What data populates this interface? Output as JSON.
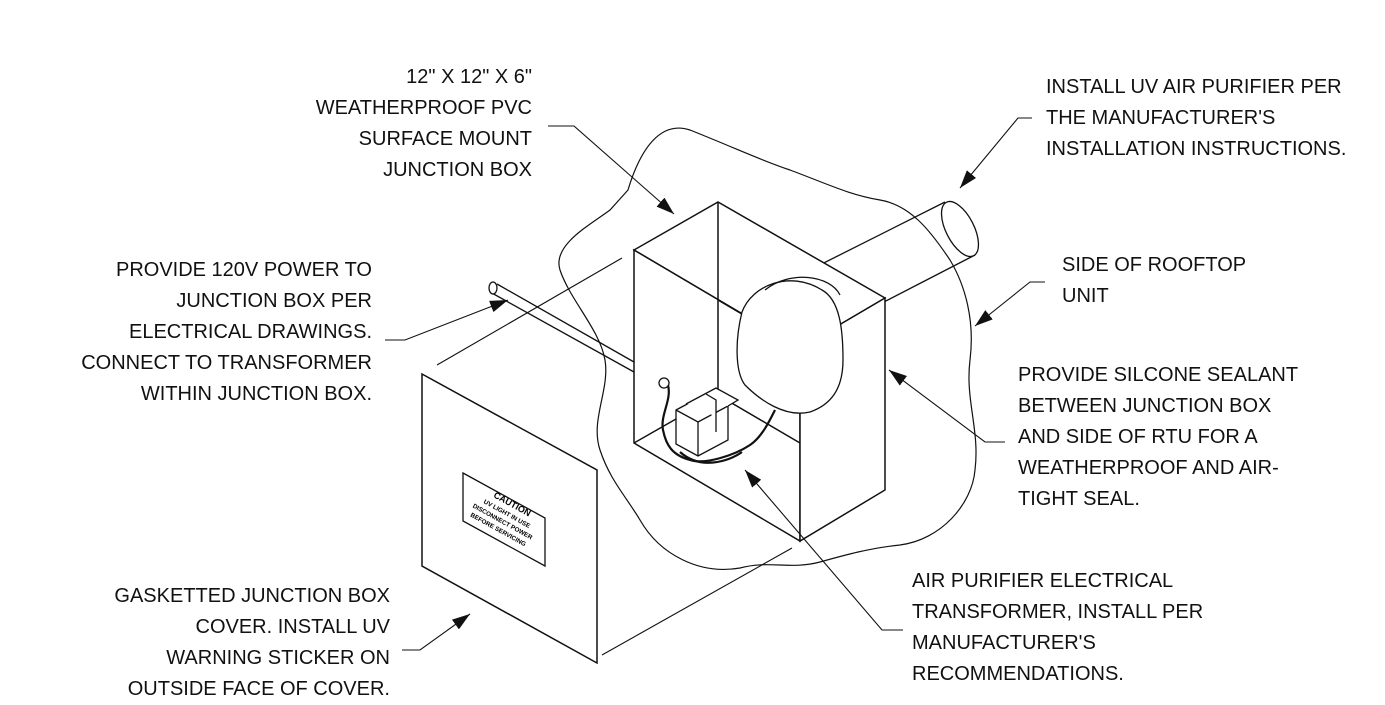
{
  "notes": {
    "junction_box": {
      "lines": [
        "12\" X 12\" X 6\"",
        "WEATHERPROOF PVC",
        "SURFACE MOUNT",
        "JUNCTION BOX"
      ]
    },
    "power": {
      "lines": [
        "PROVIDE 120V POWER TO",
        "JUNCTION BOX PER",
        "ELECTRICAL DRAWINGS.",
        "CONNECT TO TRANSFORMER",
        "WITHIN JUNCTION BOX."
      ]
    },
    "cover": {
      "lines": [
        "GASKETTED JUNCTION BOX",
        "COVER. INSTALL UV",
        "WARNING STICKER ON",
        "OUTSIDE FACE OF COVER."
      ]
    },
    "uv_purifier": {
      "lines": [
        "INSTALL UV AIR PURIFIER PER",
        "THE MANUFACTURER'S",
        "INSTALLATION INSTRUCTIONS."
      ]
    },
    "rtu_side": {
      "lines": [
        "SIDE OF ROOFTOP",
        "UNIT"
      ]
    },
    "sealant": {
      "lines": [
        "PROVIDE SILCONE SEALANT",
        "BETWEEN JUNCTION BOX",
        "AND SIDE OF RTU FOR A",
        "WEATHERPROOF AND AIR-",
        "TIGHT SEAL."
      ]
    },
    "transformer": {
      "lines": [
        "AIR PURIFIER ELECTRICAL",
        "TRANSFORMER, INSTALL PER",
        "MANUFACTURER'S",
        "RECOMMENDATIONS."
      ]
    }
  },
  "sticker": {
    "lines": [
      "CAUTION",
      "UV LIGHT IN USE",
      "DISCONNECT POWER",
      "BEFORE SERVICING"
    ]
  },
  "colors": {
    "line": "#111111",
    "background": "#ffffff"
  }
}
